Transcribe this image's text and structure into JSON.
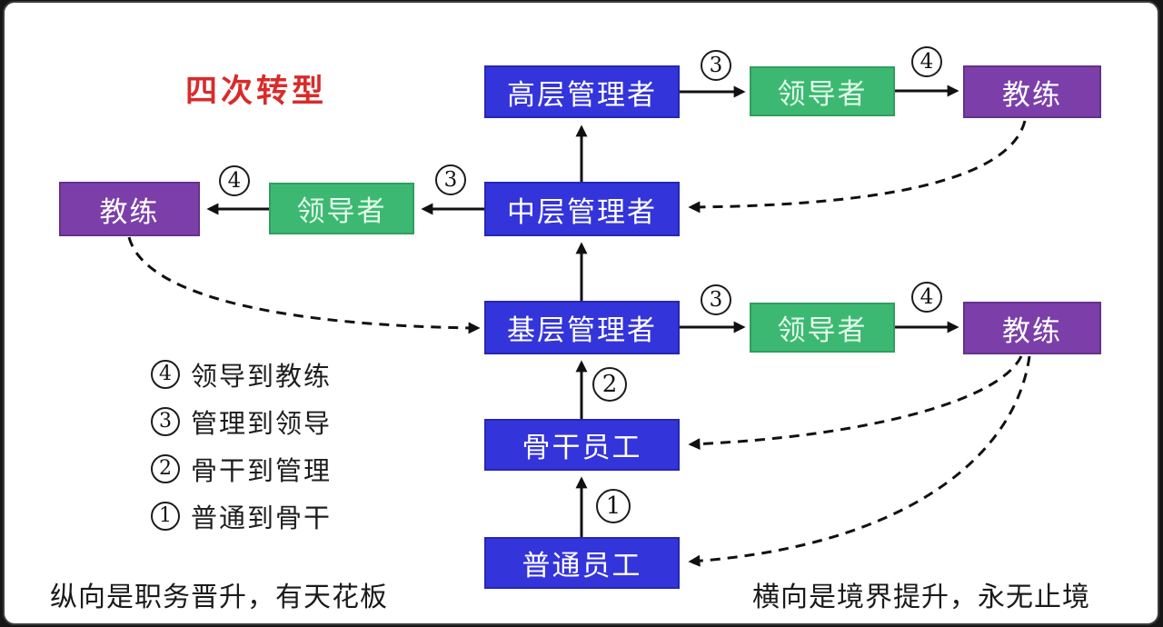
{
  "title": "四次转型",
  "colors": {
    "node_blue": "#3434db",
    "node_green": "#3db873",
    "node_purple": "#7c3fa9",
    "title_red": "#d92b2b",
    "line_black": "#111111"
  },
  "nodes": {
    "senior_manager": {
      "label": "高层管理者"
    },
    "leader_top": {
      "label": "领导者"
    },
    "coach_top": {
      "label": "教练"
    },
    "coach_mid": {
      "label": "教练"
    },
    "leader_mid": {
      "label": "领导者"
    },
    "middle_manager": {
      "label": "中层管理者"
    },
    "base_manager": {
      "label": "基层管理者"
    },
    "leader_bottom": {
      "label": "领导者"
    },
    "coach_bottom": {
      "label": "教练"
    },
    "backbone_staff": {
      "label": "骨干员工"
    },
    "ordinary_staff": {
      "label": "普通员工"
    }
  },
  "step_badges": {
    "row1_step3": "3",
    "row1_step4": "4",
    "row2_step4": "4",
    "row2_step3": "3",
    "row3_step3": "3",
    "row3_step4": "4",
    "step2": "2",
    "step1": "1"
  },
  "legend": {
    "items": [
      {
        "num": "4",
        "label": "领导到教练"
      },
      {
        "num": "3",
        "label": "管理到领导"
      },
      {
        "num": "2",
        "label": "骨干到管理"
      },
      {
        "num": "1",
        "label": "普通到骨干"
      }
    ]
  },
  "footnotes": {
    "left": "纵向是职务晋升，有天花板",
    "right": "横向是境界提升，永无止境"
  }
}
